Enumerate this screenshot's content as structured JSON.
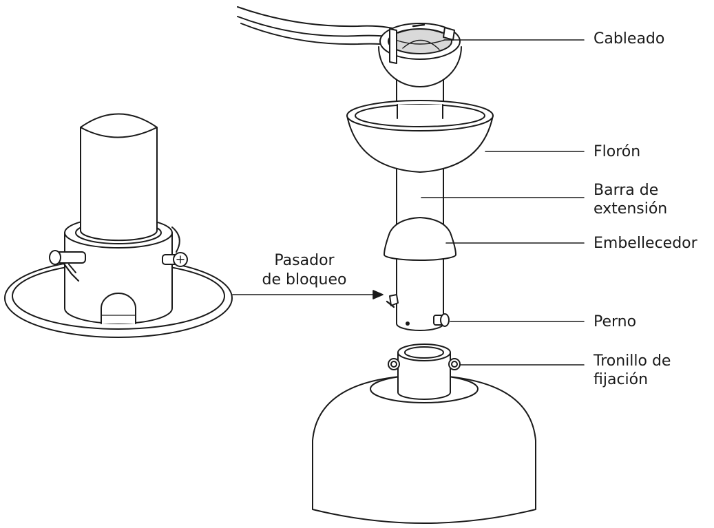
{
  "labels": {
    "cableado": "Cableado",
    "floron": "Florón",
    "barra_line1": "Barra de",
    "barra_line2": "extensión",
    "embellecedor": "Embellecedor",
    "perno": "Perno",
    "tornillo_line1": "Tronillo de",
    "tornillo_line2": "fijación",
    "pasador_line1": "Pasador",
    "pasador_line2": "de bloqueo"
  },
  "colors": {
    "stroke": "#1a1a1a",
    "fill": "#ffffff",
    "shade": "#d9d9d9"
  }
}
